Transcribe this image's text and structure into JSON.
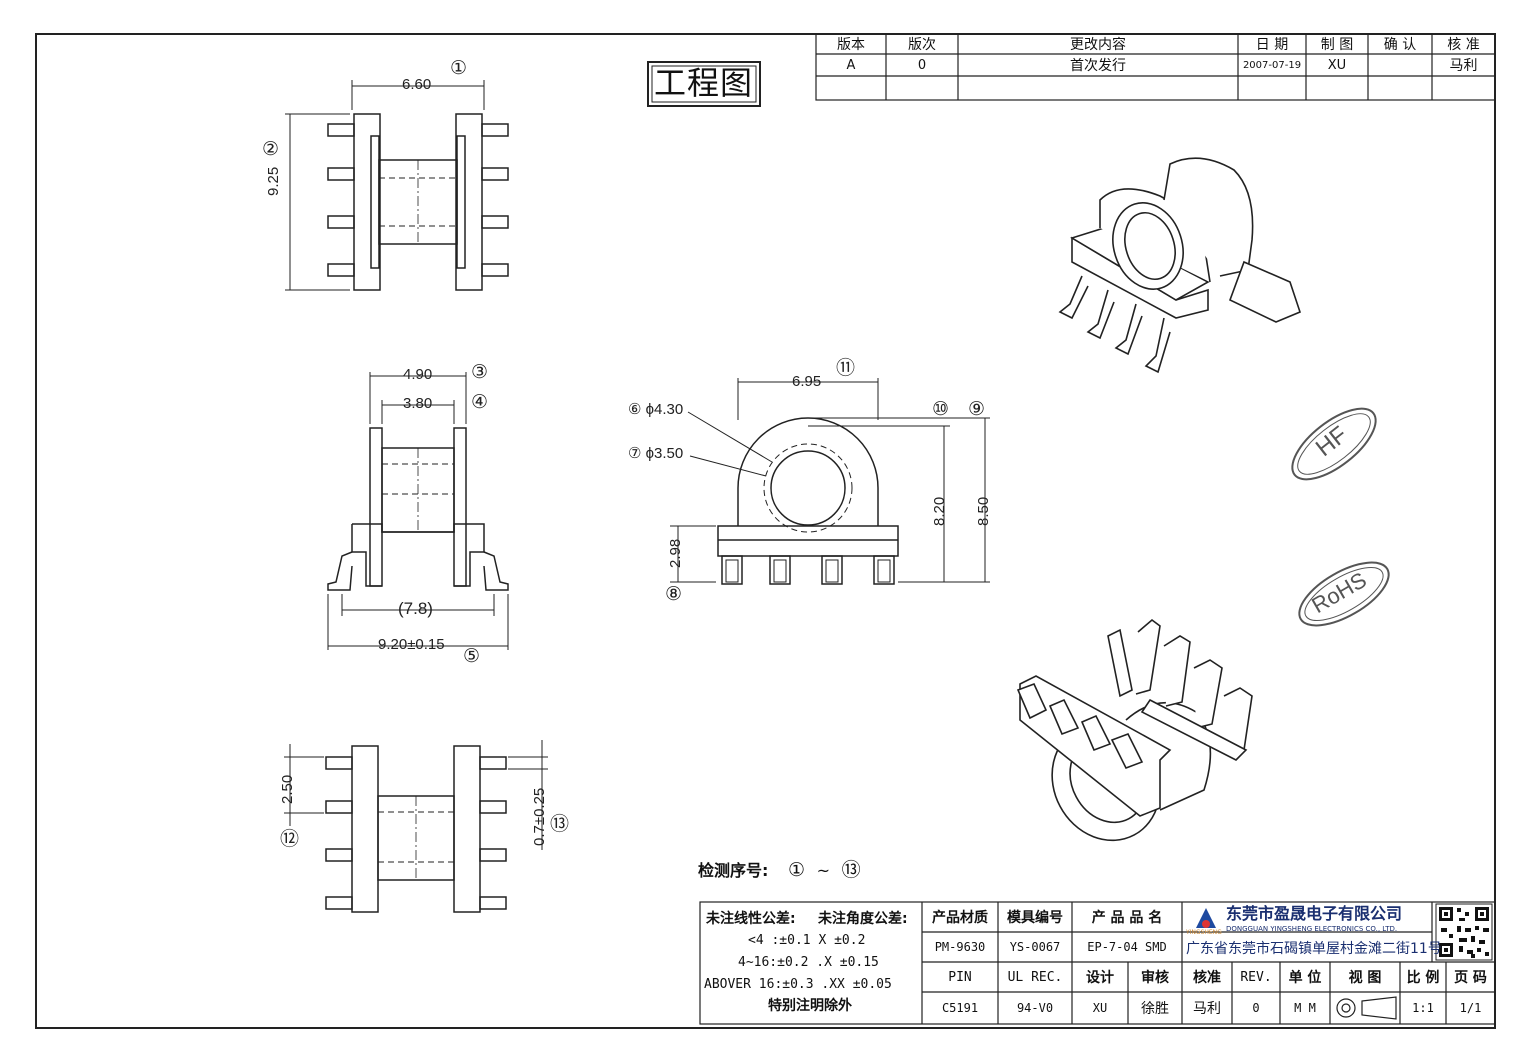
{
  "stamp_title": "工程图",
  "revision_table": {
    "headers": [
      "版本",
      "版次",
      "更改内容",
      "日 期",
      "制 图",
      "确 认",
      "核 准"
    ],
    "rows": [
      [
        "A",
        "0",
        "首次发行",
        "2007-07-19",
        "XU",
        "",
        "马利"
      ]
    ]
  },
  "dimensions": {
    "top_view": {
      "width": "6.60",
      "width_ref": "①",
      "height": "9.25",
      "height_ref": "②"
    },
    "front_view": {
      "outer": "4.90",
      "outer_ref": "③",
      "inner": "3.80",
      "inner_ref": "④",
      "pin_span": "(7.8)",
      "overall": "9.20±0.15",
      "overall_ref": "⑤"
    },
    "side_view": {
      "width": "6.95",
      "width_ref": "⑪",
      "outer_dia": "⑥ ϕ4.30",
      "inner_dia": "⑦ ϕ3.50",
      "base_height": "2.98",
      "base_ref": "⑧",
      "height1": "8.20",
      "height1_ref": "⑩",
      "height2": "8.50",
      "height2_ref": "⑨"
    },
    "bottom_view": {
      "pitch": "2.50",
      "pitch_ref": "⑫",
      "pin_width": "0.7±0.25",
      "pin_ref": "⑬"
    }
  },
  "inspection": {
    "label": "检测序号:",
    "from": "①",
    "sep": "~",
    "to": "⑬"
  },
  "marks": {
    "hf": "HF",
    "rohs": "RoHS"
  },
  "tolerance": {
    "linear_label": "未注线性公差:",
    "angular_label": "未注角度公差:",
    "lines": [
      "<4 :±0.1  X ±0.2",
      "4~16:±0.2  .X ±0.15",
      "ABOVER 16:±0.3  .XX ±0.05"
    ],
    "note": "特别注明除外"
  },
  "title_block": {
    "labels": {
      "material": "产品材质",
      "mold": "模具编号",
      "product": "产 品 品 名",
      "pin": "PIN",
      "ul": "UL REC.",
      "design": "设计",
      "review": "审核",
      "approve": "核准",
      "rev": "REV.",
      "unit": "单 位",
      "view": "视 图",
      "scale": "比 例",
      "page": "页 码"
    },
    "values": {
      "material": "PM-9630",
      "mold": "YS-0067",
      "product": "EP-7-04 SMD",
      "pin": "C5191",
      "ul": "94-V0",
      "design": "XU",
      "review": "徐胜",
      "approve": "马利",
      "rev": "0",
      "unit": "M M",
      "scale": "1:1",
      "page": "1/1"
    },
    "company": {
      "name": "东莞市盈晟电子有限公司",
      "english": "DONGGUAN YINGSHENG ELECTRONICS CO., LTD.",
      "address": "广东省东莞市石碣镇单屋村金滩二街11号",
      "logo_text": "YINGSHENG"
    }
  }
}
